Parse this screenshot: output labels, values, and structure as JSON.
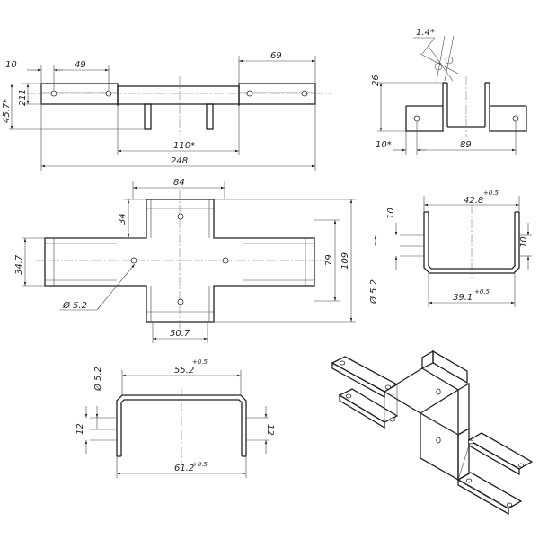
{
  "drawing": {
    "front_view": {
      "dims": [
        "10",
        "49",
        "69",
        "45.7*",
        "211",
        "110*",
        "248"
      ]
    },
    "side_view": {
      "dims": [
        "1.4*",
        "26",
        "10*",
        "89"
      ]
    },
    "plan_view": {
      "dims": [
        "84",
        "34",
        "34.7",
        "79",
        "109",
        "Ø 5.2",
        "50.7"
      ]
    },
    "section_a": {
      "dims": [
        "42.8",
        "+0.5",
        "10",
        "10",
        "Ø 5.2",
        "39.1",
        "+0.5"
      ]
    },
    "section_b": {
      "dims": [
        "55.2",
        "+0.5",
        "Ø 5.2",
        "12",
        "12",
        "61.2",
        "+0.5"
      ]
    }
  }
}
